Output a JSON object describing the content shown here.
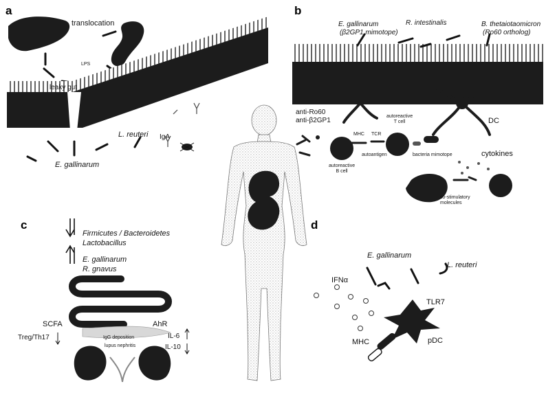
{
  "panels": {
    "a": {
      "letter": "a",
      "translocation": "translocation",
      "lps": "LPS",
      "leaky_gut": "leaky gut",
      "l_reuteri": "L. reuteri",
      "iga": "IgA",
      "e_gallinarum": "E. gallinarum"
    },
    "b": {
      "letter": "b",
      "e_gallinarum": "E. gallinarum",
      "b2gp1_mimotope": "(β2GP1 mimotope)",
      "r_intestinalis": "R. intestinalis",
      "b_theta": "B. thetaiotaomicron",
      "ro60_ortholog": "(Ro60 ortholog)",
      "anti_ro60": "anti-Ro60",
      "anti_b2gp1": "anti-β2GP1",
      "mhc": "MHC",
      "tcr": "TCR",
      "autoreactive_t": "autoreactive\nT cell",
      "autoantigen": "autoantigen",
      "bacteria_mimotope": "bacteria mimotope",
      "autoreactive_b": "autoreactive\nB cell",
      "dc": "DC",
      "cytokines": "cytokines",
      "costim": "co-stimulatory\nmolecules"
    },
    "c": {
      "letter": "c",
      "firmicutes": "Firmicutes / Bacteroidetes",
      "lactobacillus": "Lactobacillus",
      "e_gallinarum": "E. gallinarum",
      "r_gnavus": "R. gnavus",
      "scfa": "SCFA",
      "ahr": "AhR",
      "treg": "Treg/Th17",
      "il6": "IL-6",
      "il10": "IL-10",
      "igg": "IgG deposition",
      "lupus": "lupus nephritis"
    },
    "d": {
      "letter": "d",
      "e_gallinarum": "E. gallinarum",
      "l_reuteri": "L. reuteri",
      "ifna": "IFNα",
      "tlr7": "TLR7",
      "mhc": "MHC",
      "pdc": "pDC"
    }
  },
  "colors": {
    "ink": "#111111",
    "dark": "#1c1c1c",
    "gray": "#8a8a8a",
    "light": "#bdbdbd"
  }
}
